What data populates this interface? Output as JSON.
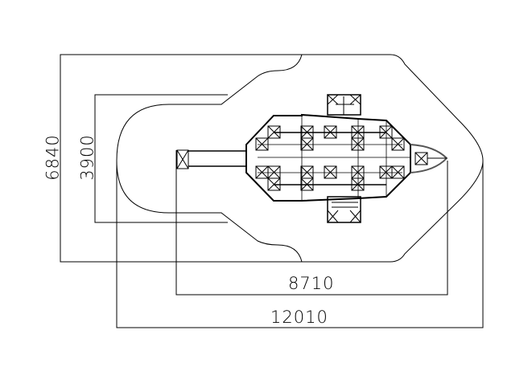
{
  "dimensions": {
    "outer_height": "6840",
    "inner_height": "3900",
    "inner_length": "8710",
    "outer_length": "12010"
  },
  "colors": {
    "line": "#000000",
    "background": "#ffffff",
    "detail": "#555555"
  }
}
